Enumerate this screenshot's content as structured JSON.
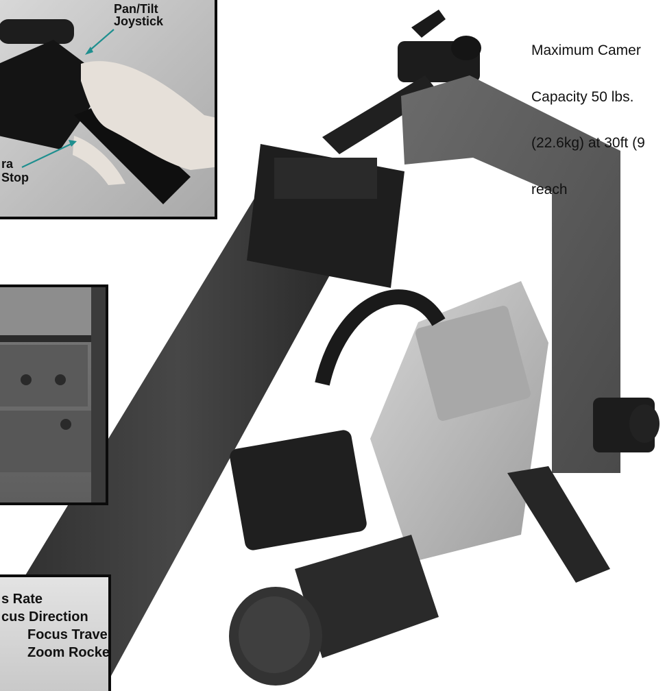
{
  "caption": {
    "lines": [
      "Maximum Camer",
      "Capacity 50 lbs.",
      "(22.6kg) at 30ft (9",
      "reach"
    ]
  },
  "insets": {
    "top": {
      "labels": {
        "joystick_1": "Pan/Tilt",
        "joystick_2": "Joystick",
        "start_stop_1": "ra",
        "start_stop_2": "Stop"
      }
    },
    "bottom": {
      "labels": {
        "line_1": "s Rate",
        "line_2": "cus Direction",
        "line_3": "Focus Travel",
        "line_4": "Zoom Rocker"
      }
    }
  },
  "colors": {
    "arm": "#3b3b3b",
    "camera_body": "#bfbfbf",
    "bracket": "#5a5a5a",
    "arrow": "#1f8f8f"
  }
}
